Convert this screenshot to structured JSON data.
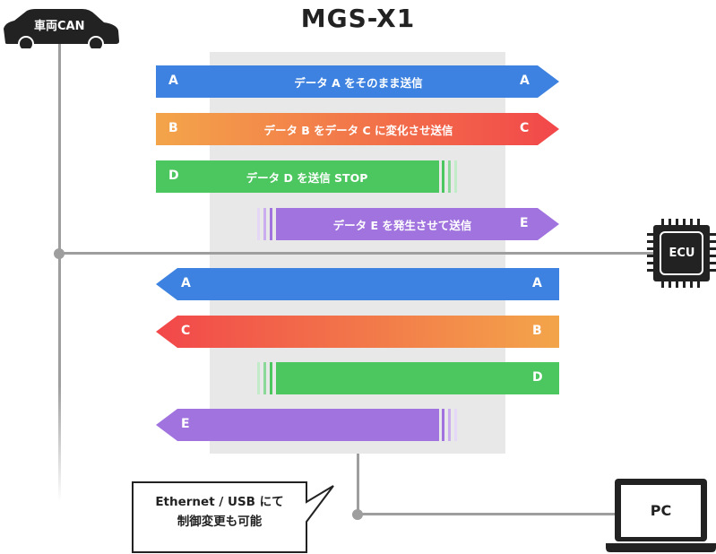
{
  "title": "MGS-X1",
  "car_label": "車両CAN",
  "ecu_label": "ECU",
  "pc_label": "PC",
  "bubble": {
    "line1": "Ethernet / USB にて",
    "line2": "制御変更も可能"
  },
  "outgoing": [
    {
      "left": "A",
      "text": "データ A をそのまま送信",
      "right": "A"
    },
    {
      "left": "B",
      "text": "データ B をデータ C に変化させ送信",
      "right": "C"
    },
    {
      "left": "D",
      "text": "データ D を送信 STOP",
      "right": ""
    },
    {
      "left": "",
      "text": "データ E を発生させて送信",
      "right": "E"
    }
  ],
  "incoming": [
    {
      "left": "A",
      "right": "A"
    },
    {
      "left": "C",
      "right": "B"
    },
    {
      "left": "",
      "right": "D"
    },
    {
      "left": "E",
      "right": ""
    }
  ],
  "colors": {
    "blue": "#3d82e0",
    "orange": "#f3a54a",
    "red": "#f2474a",
    "green": "#4cc65f",
    "purple": "#a173de",
    "line": "#9e9e9e",
    "panel": "#e8e8e8",
    "dark": "#222222"
  },
  "icons": [
    "car-icon",
    "chip-icon",
    "laptop-icon",
    "speech-bubble-icon"
  ]
}
